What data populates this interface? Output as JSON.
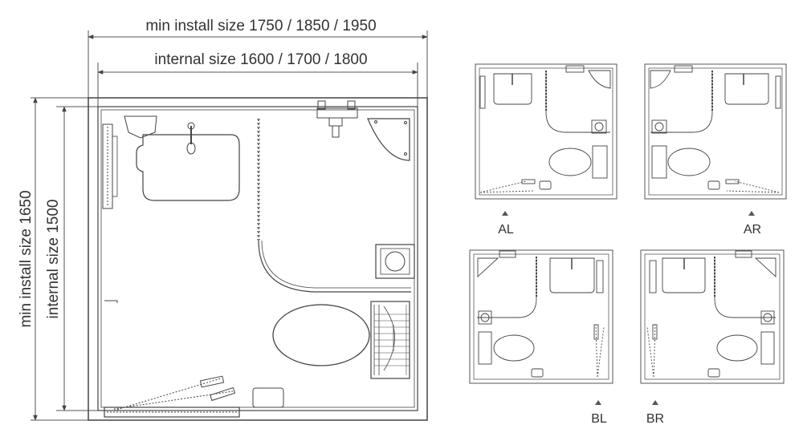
{
  "dimensions": {
    "min_install_width": "min install size 1750 / 1850 / 1950",
    "internal_width": "internal size 1600 / 1700 / 1800",
    "min_install_height": "min install size 1650",
    "internal_height": "internal size 1500"
  },
  "variants": [
    {
      "code": "AL"
    },
    {
      "code": "AR"
    },
    {
      "code": "BL"
    },
    {
      "code": "BR"
    }
  ],
  "colors": {
    "line": "#444444",
    "accent_gray": "#8a8a8a"
  },
  "icons": [
    "sink-icon",
    "toilet-icon",
    "shower-hose-icon",
    "drain-icon",
    "door-icon",
    "mixer-tap-icon",
    "corner-shelf-icon",
    "grab-rail-icon"
  ]
}
